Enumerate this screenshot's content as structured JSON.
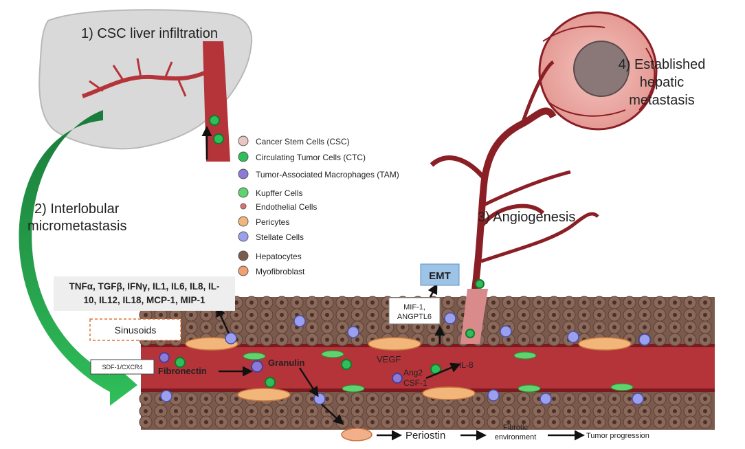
{
  "labels": {
    "step1": "1) CSC liver infiltration",
    "step2_line1": "2) Interlobular",
    "step2_line2": "micrometastasis",
    "step3": "3) Angiogenesis",
    "step4_line1": "4) Established",
    "step4_line2": "hepatic",
    "step4_line3": "metastasis"
  },
  "legend": [
    {
      "label": "Cancer Stem Cells (CSC)",
      "icon": "csc-icon"
    },
    {
      "label": "Circulating Tumor Cells (CTC)",
      "icon": "ctc-icon"
    },
    {
      "label": "Tumor-Associated Macrophages (TAM)",
      "icon": "tam-icon"
    },
    {
      "label": "Kupffer Cells",
      "icon": "kupffer-icon"
    },
    {
      "label": "Endothelial Cells",
      "icon": "endothelial-icon"
    },
    {
      "label": "Pericytes",
      "icon": "pericyte-icon"
    },
    {
      "label": "Stellate Cells",
      "icon": "stellate-icon"
    },
    {
      "label": "Hepatocytes",
      "icon": "hepatocyte-icon"
    },
    {
      "label": "Myofibroblast",
      "icon": "myofibroblast-icon"
    }
  ],
  "cytokines": {
    "line1": "TNFα, TGFβ, IFNγ, IL1, IL6, IL8, IL-",
    "line2": "10, IL12, IL18, MCP-1, MIP-1"
  },
  "boxes": {
    "sinusoids": "Sinusoids",
    "emt": "EMT",
    "mif_line1": "MIF-1,",
    "mif_line2": "ANGPTL6",
    "sdf": "SDF-1/CXCR4"
  },
  "vessel_labels": {
    "fibronectin": "Fibronectin",
    "granulin": "Granulin",
    "vegf": "VEGF",
    "ang2": "Ang2",
    "csf1": "CSF-1",
    "il8": "IL-8"
  },
  "pathway": {
    "periostin": "Periostin",
    "fibrotic_line1": "Fibrotic",
    "fibrotic_line2": "environment",
    "tumor": "Tumor progression"
  },
  "colors": {
    "vessel": "#b5343a",
    "vessel_dark": "#7d1a20",
    "hepatocyte": "#7a5a4d",
    "arrow_green": "#1f9a4a",
    "emt_box": "#9dc3e6",
    "liver": "#d9d9d9",
    "tumor": "#e8a7a2"
  }
}
